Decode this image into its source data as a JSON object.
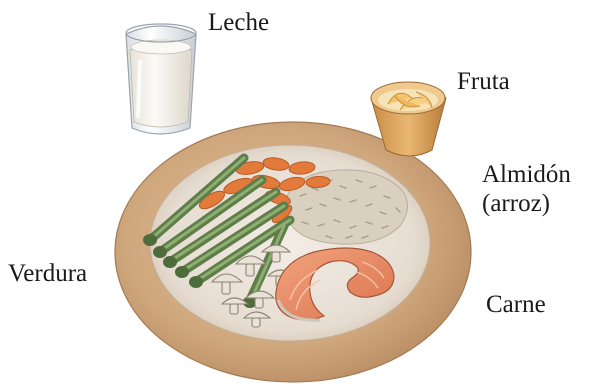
{
  "labels": {
    "milk": "Leche",
    "fruit": "Fruta",
    "starch_line1": "Almidón",
    "starch_line2": "(arroz)",
    "vegetables": "Verdura",
    "meat": "Carne"
  },
  "colors": {
    "plate_rim": "#c9a27c",
    "plate_center": "#ece5dc",
    "asparagus": "#6f8f58",
    "carrot": "#e07a3c",
    "rice": "#d8cfbf",
    "salmon": "#e8906a",
    "milk": "#f4f1ea",
    "fruit_bowl": "#e2b071"
  },
  "icons": [
    "milk-glass-icon",
    "fruit-bowl-icon",
    "plate-icon",
    "asparagus-icon",
    "carrot-icon",
    "mushroom-icon",
    "rice-icon",
    "salmon-icon"
  ]
}
